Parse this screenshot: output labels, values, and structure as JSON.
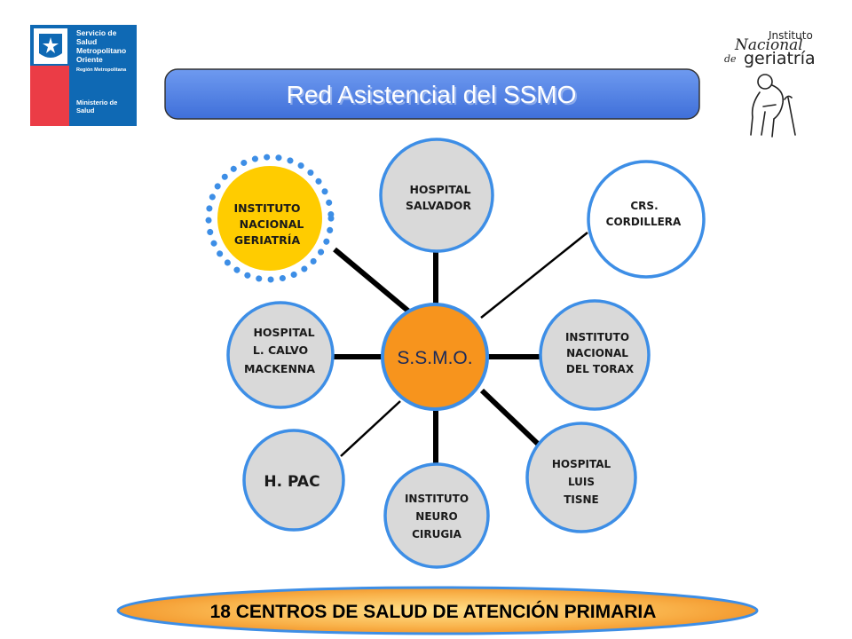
{
  "title": "Red Asistencial del SSMO",
  "banner": "18 CENTROS DE SALUD DE  ATENCIÓN PRIMARIA",
  "gov_logo": {
    "lines_top": [
      "Servicio de",
      "Salud",
      "Metropolitano",
      "Oriente"
    ],
    "region": "Región Metropolitana",
    "lines_bottom": [
      "Ministerio de",
      "Salud"
    ],
    "colors": {
      "blue": "#0f69b4",
      "red": "#eb3c46"
    }
  },
  "ing_logo": {
    "instituto": "Instituto",
    "nacional": "Nacional",
    "de": "de",
    "geriatria": "geriatría"
  },
  "center": {
    "label": "S.S.M.O.",
    "color": "#f7941d"
  },
  "nodes": [
    {
      "id": "ing",
      "lines": [
        "INSTITUTO",
        "NACIONAL",
        "GERIATRÍA"
      ],
      "highlight": true
    },
    {
      "id": "salvador",
      "lines": [
        "HOSPITAL",
        "SALVADOR"
      ]
    },
    {
      "id": "crs",
      "lines": [
        "CRS.",
        "CORDILLERA"
      ]
    },
    {
      "id": "torax",
      "lines": [
        "INSTITUTO",
        "NACIONAL",
        "DEL TORAX"
      ]
    },
    {
      "id": "tisne",
      "lines": [
        "HOSPITAL",
        "LUIS",
        "TISNE"
      ]
    },
    {
      "id": "neuro",
      "lines": [
        "INSTITUTO",
        "NEURO",
        "CIRUGIA"
      ]
    },
    {
      "id": "hpac",
      "lines": [
        "H. PAC"
      ]
    },
    {
      "id": "calvo",
      "lines": [
        "HOSPITAL",
        "L. CALVO",
        "MACKENNA"
      ]
    }
  ],
  "colors": {
    "accent_blue": "#3d8ee6",
    "node_fill": "#d9d9d9",
    "highlight": "#ffcc00",
    "title_fill": "#4f7fe0",
    "banner_fill": "#f7941d"
  }
}
